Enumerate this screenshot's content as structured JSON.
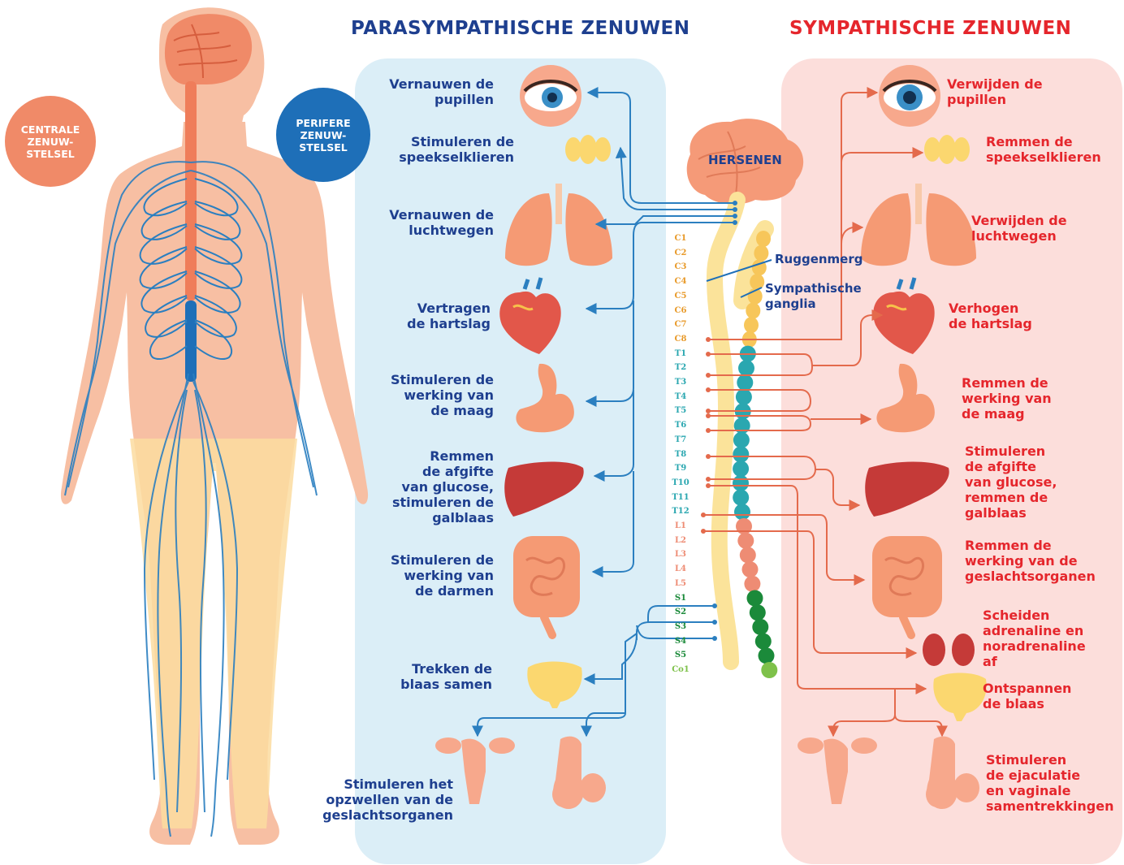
{
  "headings": {
    "parasympathetic": "PARASYMPATHISCHE ZENUWEN",
    "sympathetic": "SYMPATHISCHE ZENUWEN"
  },
  "circles": {
    "central": "CENTRALE\nZENUW-\nSTELSEL",
    "peripheral": "PERIFERE\nZENUW-\nSTELSEL"
  },
  "labels": {
    "brain": "HERSENEN",
    "spinal_cord": "Ruggenmerg",
    "ganglia": "Sympathische\nganglia"
  },
  "parasympathetic_effects": [
    {
      "organ": "eye",
      "text": "Vernauwen de\npupillen"
    },
    {
      "organ": "salivary-glands",
      "text": "Stimuleren de\nspeekselklieren"
    },
    {
      "organ": "lungs",
      "text": "Vernauwen de\nluchtwegen"
    },
    {
      "organ": "heart",
      "text": "Vertragen\nde hartslag"
    },
    {
      "organ": "stomach",
      "text": "Stimuleren de\nwerking van\nde maag"
    },
    {
      "organ": "liver",
      "text": "Remmen\nde afgifte\nvan glucose,\nstimuleren de\ngalblaas"
    },
    {
      "organ": "intestines",
      "text": "Stimuleren de\nwerking van\nde darmen"
    },
    {
      "organ": "bladder",
      "text": "Trekken de\nblaas samen"
    },
    {
      "organ": "genitals",
      "text": "Stimuleren het\nopzwellen van de\ngeslachtsorganen"
    }
  ],
  "sympathetic_effects": [
    {
      "organ": "eye",
      "text": "Verwijden de\npupillen"
    },
    {
      "organ": "salivary-glands",
      "text": "Remmen de\nspeekselklieren"
    },
    {
      "organ": "lungs",
      "text": "Verwijden de\nluchtwegen"
    },
    {
      "organ": "heart",
      "text": "Verhogen\nde hartslag"
    },
    {
      "organ": "stomach",
      "text": "Remmen de\nwerking van\nde maag"
    },
    {
      "organ": "liver",
      "text": "Stimuleren\nde afgifte\nvan glucose,\nremmen de\ngalblaas"
    },
    {
      "organ": "intestines",
      "text": "Remmen de\nwerking van de\ngeslachtsorganen"
    },
    {
      "organ": "adrenal",
      "text": "Scheiden\nadrenaline en\nnoradrenaline\naf"
    },
    {
      "organ": "bladder",
      "text": "Ontspannen\nde blaas"
    },
    {
      "organ": "genitals",
      "text": "Stimuleren\nde ejaculatie\nen vaginale\nsamentrekkingen"
    }
  ],
  "segments": [
    "C1",
    "C2",
    "C3",
    "C4",
    "C5",
    "C6",
    "C7",
    "C8",
    "T1",
    "T2",
    "T3",
    "T4",
    "T5",
    "T6",
    "T7",
    "T8",
    "T9",
    "T10",
    "T11",
    "T12",
    "L1",
    "L2",
    "L3",
    "L4",
    "L5",
    "S1",
    "S2",
    "S3",
    "S4",
    "S5",
    "Co1"
  ],
  "colors": {
    "parasympathetic": "#1e3f8f",
    "sympathetic": "#e5262c",
    "para_panel": "#dbeef7",
    "symp_panel": "#fcdedb",
    "nerve_blue": "#2b7fc0",
    "nerve_red": "#e46a4c",
    "cervical": "#e89a2a",
    "thoracic": "#2aa7b0",
    "lumbar": "#ee8c74",
    "sacral": "#1b8a3a",
    "coccygeal": "#7ec14a"
  }
}
